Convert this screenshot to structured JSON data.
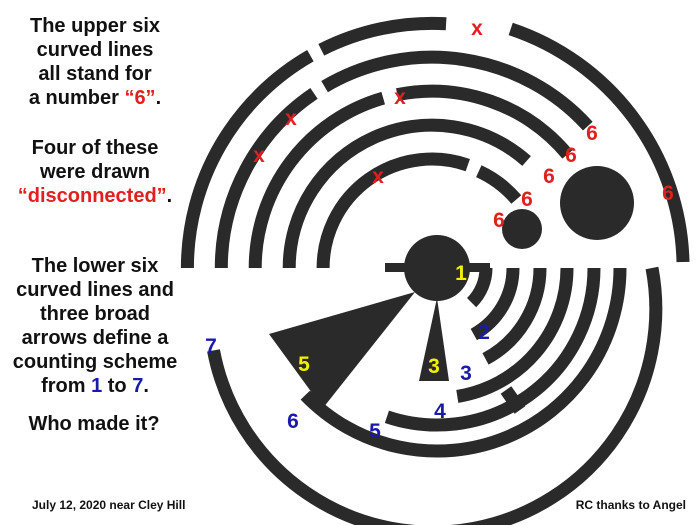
{
  "left_text": {
    "p1_line1": "The upper six",
    "p1_line2": "curved lines",
    "p1_line3": "all stand for",
    "p1_line4_pre": "a number ",
    "p1_line4_num": "“6”",
    "p1_line4_post": ".",
    "p2_line1": "Four of these",
    "p2_line2": "were drawn",
    "p2_line3_red": "“disconnected”",
    "p2_line3_post": ".",
    "p3_line1": "The lower six",
    "p3_line2": "curved lines and",
    "p3_line3": "three broad",
    "p3_line4": "arrows define a",
    "p3_line5": "counting scheme",
    "p3_line6_pre": "from ",
    "p3_line6_a": "1",
    "p3_line6_mid": " to ",
    "p3_line6_b": "7",
    "p3_line6_post": ".",
    "p4_line1": "Who made it?"
  },
  "upper_labels": {
    "x_mark": "x",
    "six": "6"
  },
  "lower_labels": {
    "n1": "1",
    "n2": "2",
    "n3": "3",
    "n4": "4",
    "n5_yellow": "5",
    "n3_yellow": "3",
    "n5_blue": "5",
    "n6": "6",
    "n7": "7"
  },
  "footer": {
    "left": "July 12, 2020 near Cley Hill",
    "right": "RC thanks to Angel"
  },
  "colors": {
    "ink": "#2a2a2a",
    "red": "#e02020",
    "blue": "#1a1aa8",
    "yellow": "#f2f200"
  }
}
